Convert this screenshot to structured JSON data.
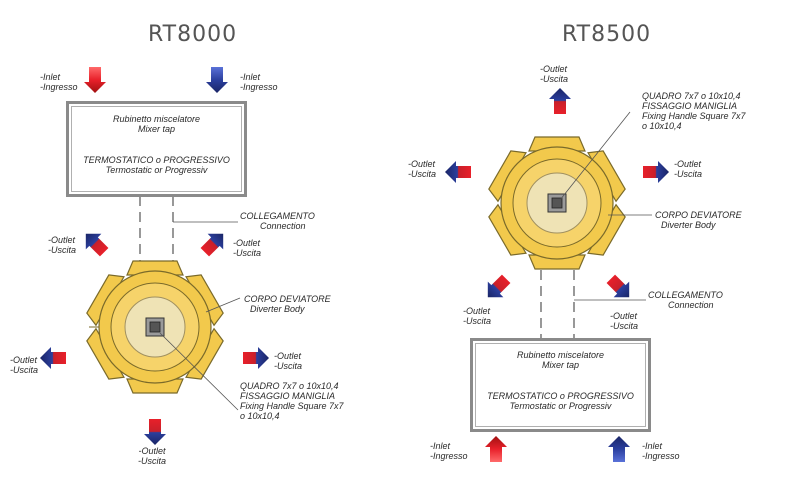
{
  "panels": {
    "left": {
      "title": "RT8000",
      "inlet_left": [
        "-Inlet",
        "-Ingresso"
      ],
      "inlet_right": [
        "-Inlet",
        "-Ingresso"
      ],
      "box": {
        "line1": "Rubinetto miscelatore",
        "line2": "Mixer tap",
        "line3": "TERMOSTATICO o PROGRESSIVO",
        "line4": "Termostatic or Progressiv"
      },
      "connection": [
        "COLLEGAMENTO",
        "Connection"
      ],
      "outlet_ul": [
        "-Outlet",
        "-Uscita"
      ],
      "outlet_ur": [
        "-Outlet",
        "-Uscita"
      ],
      "outlet_l": [
        "-Outlet",
        "-Uscita"
      ],
      "outlet_r": [
        "-Outlet",
        "-Uscita"
      ],
      "outlet_b": [
        "-Outlet",
        "-Uscita"
      ],
      "diverter": [
        "CORPO DEVIATORE",
        "Diverter Body"
      ],
      "handle": [
        "QUADRO 7x7 o 10x10,4",
        "FISSAGGIO MANIGLIA",
        "Fixing Handle Square 7x7",
        "o 10x10,4"
      ]
    },
    "right": {
      "title": "RT8500",
      "outlet_t": [
        "-Outlet",
        "-Uscita"
      ],
      "handle": [
        "QUADRO 7x7 o 10x10,4",
        "FISSAGGIO MANIGLIA",
        "Fixing Handle Square 7x7",
        "o 10x10,4"
      ],
      "outlet_l": [
        "-Outlet",
        "-Uscita"
      ],
      "outlet_r": [
        "-Outlet",
        "-Uscita"
      ],
      "diverter": [
        "CORPO DEVIATORE",
        "Diverter Body"
      ],
      "outlet_ll": [
        "-Outlet",
        "-Uscita"
      ],
      "outlet_lr": [
        "-Outlet",
        "-Uscita"
      ],
      "connection": [
        "COLLEGAMENTO",
        "Connection"
      ],
      "box": {
        "line1": "Rubinetto miscelatore",
        "line2": "Mixer tap",
        "line3": "TERMOSTATICO o PROGRESSIVO",
        "line4": "Termostatic or Progressiv"
      },
      "inlet_left": [
        "-Inlet",
        "-Ingresso"
      ],
      "inlet_right": [
        "-Inlet",
        "-Ingresso"
      ]
    }
  },
  "colors": {
    "hot": "#e8202a",
    "cold": "#2b3f9e",
    "body_fill": "#f2c94c",
    "body_stroke": "#8a7a3a",
    "core_fill": "#efe3b5"
  }
}
